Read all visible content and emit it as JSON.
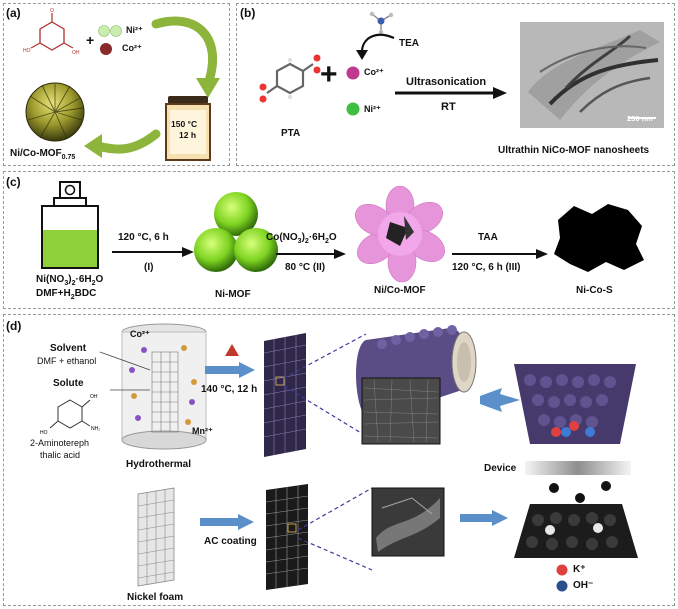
{
  "panels": {
    "a": {
      "label": "(a)",
      "ni": "Ni²⁺",
      "co": "Co²⁺",
      "plus": "+",
      "temp": "150 °C",
      "time": "12 h",
      "product": "Ni/Co-MOF",
      "product_sub": "0.75"
    },
    "b": {
      "label": "(b)",
      "tea": "TEA",
      "co": "Co²⁺",
      "ni": "Ni²⁺",
      "pta": "PTA",
      "process": "Ultrasonication",
      "cond": "RT",
      "scale": "250 nm",
      "caption": "Ultrathin NiCo-MOF nanosheets"
    },
    "c": {
      "label": "(c)",
      "precursor1": "Ni(NO",
      "precursor1_rest": ")",
      "precursor1_sub3": "3",
      "precursor1_sub2": "2",
      "precursor1_hyd": "·6H",
      "precursor1_o": "O",
      "solvent": "DMF+H",
      "solvent_sub": "2",
      "solvent_rest": "BDC",
      "step1": "120 °C, 6 h",
      "step1_id": "(I)",
      "ni_mof": "Ni-MOF",
      "step2_a": "Co(NO",
      "step2_b": "·6H",
      "step2_c": "O",
      "step2_cond": "80 °C (II)",
      "nico_mof": "Ni/Co-MOF",
      "step3": "TAA",
      "step3_cond": "120 °C, 6 h (III)",
      "product": "Ni-Co-S"
    },
    "d": {
      "label": "(d)",
      "solvent_title": "Solvent",
      "solvent_desc": "DMF + ethanol",
      "solute_title": "Solute",
      "solute_name_1": "2-Aminotereph",
      "solute_name_2": "thalic acid",
      "co": "Co²⁺",
      "mn": "Mn²⁺",
      "hydrothermal": "Hydrothermal",
      "cond": "140 °C, 12 h",
      "device": "Device",
      "nickel_foam": "Nickel foam",
      "ac": "AC coating",
      "k": "K⁺",
      "oh": "OH⁻"
    }
  },
  "colors": {
    "arrow_blue": "#5a8fc9",
    "green_sphere": "#7ed321",
    "pink_flower": "#e58ad8",
    "co_ion": "#c0398f",
    "ni_ion": "#3fbf3f",
    "green_arrow": "#8db53b",
    "purple_mof": "#3d2f63"
  }
}
